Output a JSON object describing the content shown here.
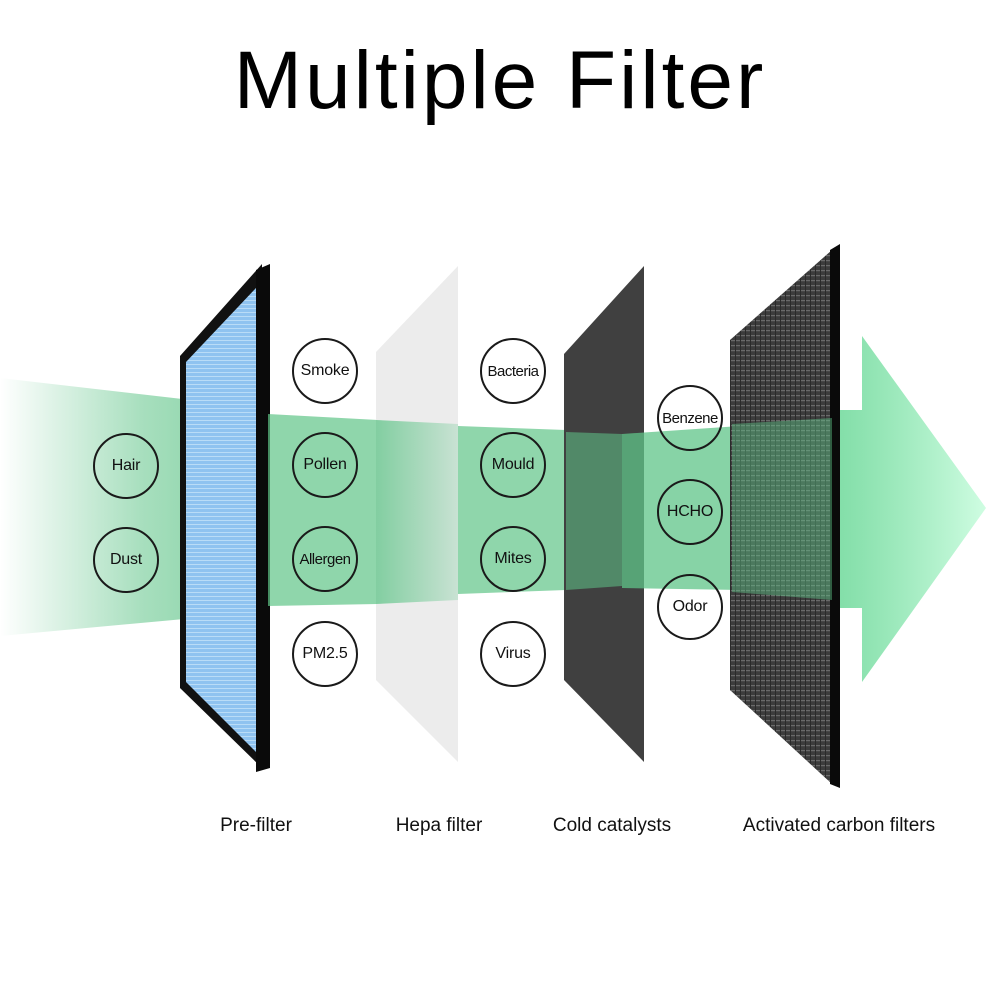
{
  "title": "Multiple Filter",
  "colors": {
    "flow_green": "#5fc488",
    "arrow_green": "#9ff0c4",
    "prefilter_frame": "#111111",
    "prefilter_mesh": "#8fc3f0",
    "hepa": "#eeeeee",
    "catalyst": "#404040",
    "carbon": "#3c3c3c"
  },
  "stages": [
    {
      "name": "Pre-filter",
      "icon": "blue-mesh-filter-icon",
      "captures": [
        "Hair",
        "Dust"
      ]
    },
    {
      "name": "Hepa filter",
      "icon": "white-hepa-sheet-icon",
      "captures": [
        "Smoke",
        "Pollen",
        "Allergen",
        "PM2.5"
      ]
    },
    {
      "name": "Cold catalysts",
      "icon": "dark-catalyst-sheet-icon",
      "captures": [
        "Bacteria",
        "Mould",
        "Mites",
        "Virus"
      ]
    },
    {
      "name": "Activated carbon filters",
      "icon": "carbon-filter-icon",
      "captures": [
        "Benzene",
        "HCHO",
        "Odor"
      ]
    }
  ]
}
